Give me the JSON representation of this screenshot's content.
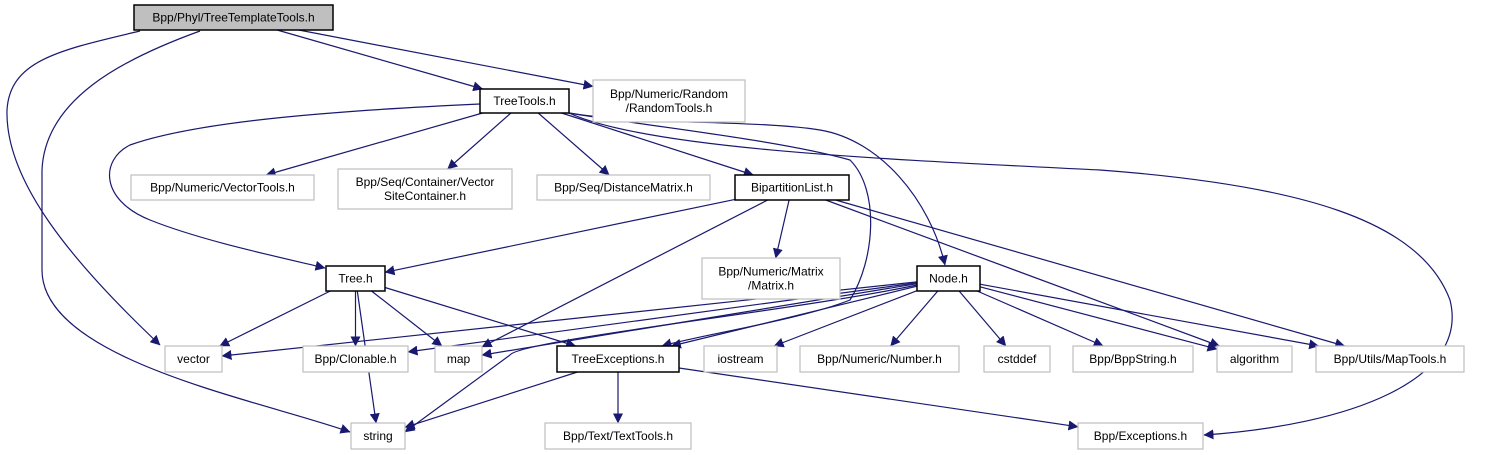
{
  "graph": {
    "title": "Bpp/Phyl/TreeTemplateTools.h",
    "edge_color": "#191970",
    "colors": {
      "root_fill": "#bfbfbf",
      "root_stroke": "#000000",
      "documented_stroke": "#000000",
      "external_stroke": "#bfbfbf",
      "node_fill": "#ffffff"
    },
    "nodes": [
      {
        "id": "root",
        "lines": [
          "Bpp/Phyl/TreeTemplateTools.h"
        ],
        "kind": "root"
      },
      {
        "id": "treetools",
        "lines": [
          "TreeTools.h"
        ],
        "kind": "documented"
      },
      {
        "id": "randomtools",
        "lines": [
          "Bpp/Numeric/Random",
          "/RandomTools.h"
        ],
        "kind": "external"
      },
      {
        "id": "vectortools",
        "lines": [
          "Bpp/Numeric/VectorTools.h"
        ],
        "kind": "external"
      },
      {
        "id": "vsc",
        "lines": [
          "Bpp/Seq/Container/Vector",
          "SiteContainer.h"
        ],
        "kind": "external"
      },
      {
        "id": "distmatrix",
        "lines": [
          "Bpp/Seq/DistanceMatrix.h"
        ],
        "kind": "external"
      },
      {
        "id": "biplist",
        "lines": [
          "BipartitionList.h"
        ],
        "kind": "documented"
      },
      {
        "id": "tree",
        "lines": [
          "Tree.h"
        ],
        "kind": "documented"
      },
      {
        "id": "matrix",
        "lines": [
          "Bpp/Numeric/Matrix",
          "/Matrix.h"
        ],
        "kind": "external"
      },
      {
        "id": "node",
        "lines": [
          "Node.h"
        ],
        "kind": "documented"
      },
      {
        "id": "vector",
        "lines": [
          "vector"
        ],
        "kind": "external"
      },
      {
        "id": "clonable",
        "lines": [
          "Bpp/Clonable.h"
        ],
        "kind": "external"
      },
      {
        "id": "map",
        "lines": [
          "map"
        ],
        "kind": "external"
      },
      {
        "id": "treeexc",
        "lines": [
          "TreeExceptions.h"
        ],
        "kind": "documented"
      },
      {
        "id": "iostream",
        "lines": [
          "iostream"
        ],
        "kind": "external"
      },
      {
        "id": "number",
        "lines": [
          "Bpp/Numeric/Number.h"
        ],
        "kind": "external"
      },
      {
        "id": "cstddef",
        "lines": [
          "cstddef"
        ],
        "kind": "external"
      },
      {
        "id": "bppstring",
        "lines": [
          "Bpp/BppString.h"
        ],
        "kind": "external"
      },
      {
        "id": "algorithm",
        "lines": [
          "algorithm"
        ],
        "kind": "external"
      },
      {
        "id": "maptools",
        "lines": [
          "Bpp/Utils/MapTools.h"
        ],
        "kind": "external"
      },
      {
        "id": "string",
        "lines": [
          "string"
        ],
        "kind": "external"
      },
      {
        "id": "texttools",
        "lines": [
          "Bpp/Text/TextTools.h"
        ],
        "kind": "external"
      },
      {
        "id": "exceptions",
        "lines": [
          "Bpp/Exceptions.h"
        ],
        "kind": "external"
      }
    ],
    "edges": [
      [
        "root",
        "treetools"
      ],
      [
        "root",
        "randomtools"
      ],
      [
        "root",
        "vector"
      ],
      [
        "root",
        "string"
      ],
      [
        "treetools",
        "vectortools"
      ],
      [
        "treetools",
        "vsc"
      ],
      [
        "treetools",
        "distmatrix"
      ],
      [
        "treetools",
        "biplist"
      ],
      [
        "treetools",
        "tree"
      ],
      [
        "treetools",
        "node"
      ],
      [
        "treetools",
        "treeexc"
      ],
      [
        "treetools",
        "exceptions"
      ],
      [
        "biplist",
        "tree"
      ],
      [
        "biplist",
        "matrix"
      ],
      [
        "biplist",
        "map"
      ],
      [
        "biplist",
        "algorithm"
      ],
      [
        "biplist",
        "maptools"
      ],
      [
        "tree",
        "vector"
      ],
      [
        "tree",
        "clonable"
      ],
      [
        "tree",
        "map"
      ],
      [
        "tree",
        "string"
      ],
      [
        "tree",
        "treeexc"
      ],
      [
        "node",
        "vector"
      ],
      [
        "node",
        "clonable"
      ],
      [
        "node",
        "map"
      ],
      [
        "node",
        "treeexc"
      ],
      [
        "node",
        "iostream"
      ],
      [
        "node",
        "number"
      ],
      [
        "node",
        "cstddef"
      ],
      [
        "node",
        "bppstring"
      ],
      [
        "node",
        "algorithm"
      ],
      [
        "node",
        "maptools"
      ],
      [
        "node",
        "string"
      ],
      [
        "treeexc",
        "string"
      ],
      [
        "treeexc",
        "texttools"
      ],
      [
        "treeexc",
        "exceptions"
      ]
    ]
  }
}
